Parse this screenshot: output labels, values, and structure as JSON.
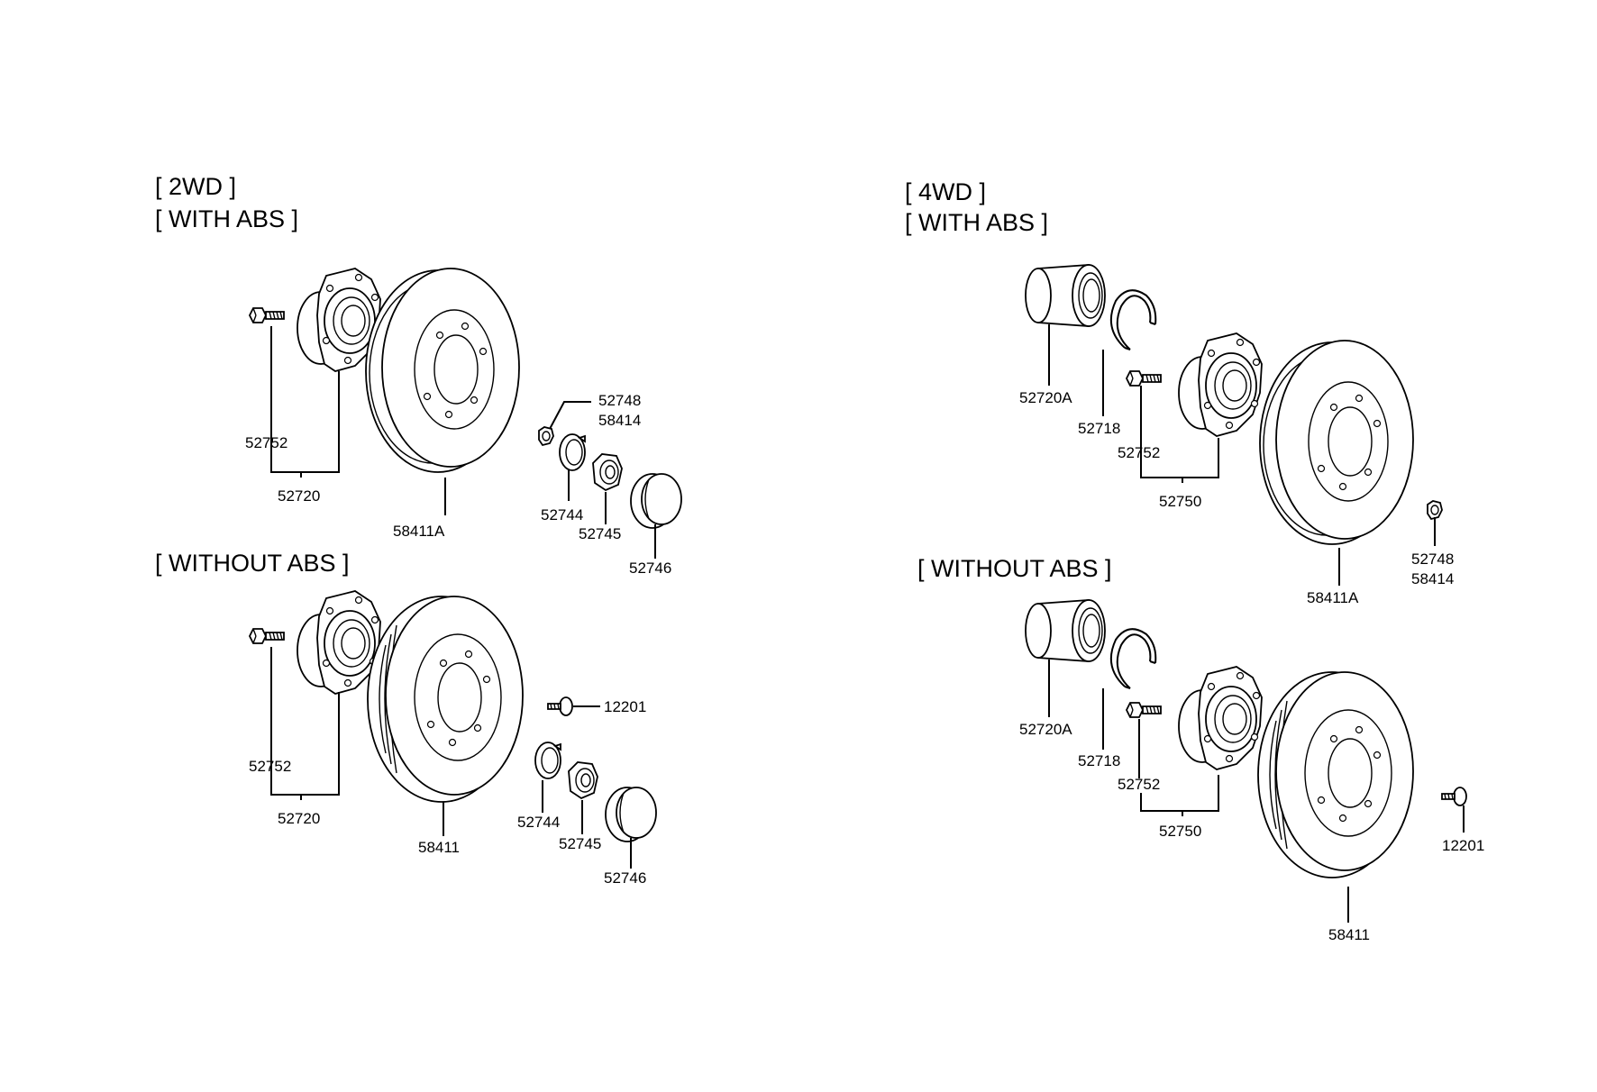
{
  "sections": {
    "two_wd": {
      "title": "[ 2WD ]",
      "with_abs": {
        "title": "[ WITH ABS ]",
        "labels": {
          "bolt": "52752",
          "hub": "52720",
          "disc": "58411A",
          "nut_top": "52748",
          "nut_bottom": "58414",
          "washer": "52744",
          "lock_nut": "52745",
          "cap": "52746"
        }
      },
      "without_abs": {
        "title": "[ WITHOUT ABS ]",
        "labels": {
          "bolt": "52752",
          "hub": "52720",
          "drum": "58411",
          "screw": "12201",
          "washer": "52744",
          "lock_nut": "52745",
          "cap": "52746"
        }
      }
    },
    "four_wd": {
      "title": "[ 4WD ]",
      "with_abs": {
        "title": "[ WITH ABS ]",
        "labels": {
          "bearing": "52720A",
          "snap_ring": "52718",
          "bolt": "52752",
          "hub": "52750",
          "disc": "58411A",
          "nut_top": "52748",
          "nut_bottom": "58414"
        }
      },
      "without_abs": {
        "title": "[ WITHOUT ABS ]",
        "labels": {
          "bearing": "52720A",
          "snap_ring": "52718",
          "bolt": "52752",
          "hub": "52750",
          "drum": "58411",
          "screw": "12201"
        }
      }
    }
  }
}
